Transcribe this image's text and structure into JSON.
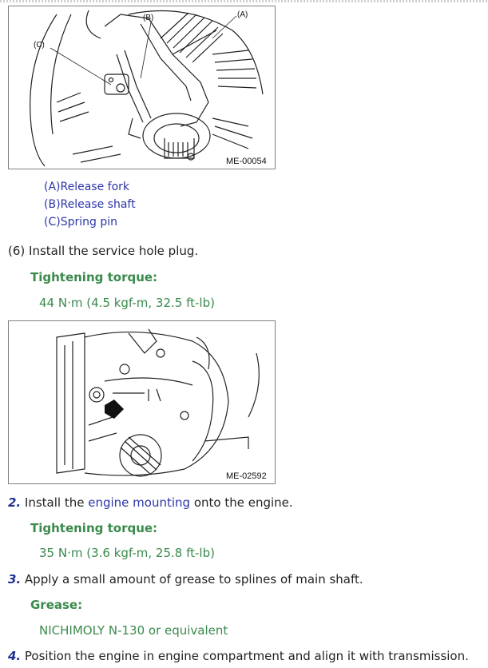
{
  "figure1": {
    "callout_a": "(A)",
    "callout_b": "(B)",
    "callout_c": "(C)",
    "code": "ME-00054"
  },
  "legend": [
    "(A)Release fork",
    "(B)Release shaft",
    "(C)Spring pin"
  ],
  "step6": {
    "text": "(6) Install the service hole plug.",
    "torque_label": "Tightening torque:",
    "torque_value": "44 N·m (4.5 kgf-m, 32.5 ft-lb)"
  },
  "figure2": {
    "code": "ME-02592"
  },
  "step2": {
    "number": "2.",
    "before": "Install the",
    "link": "engine mounting",
    "after": "onto the engine.",
    "torque_label": "Tightening torque:",
    "torque_value": "35 N·m (3.6 kgf-m, 25.8 ft-lb)"
  },
  "step3": {
    "number": "3.",
    "text": "Apply a small amount of grease to splines of main shaft.",
    "grease_label": "Grease:",
    "grease_value": "NICHIMOLY N-130 or equivalent"
  },
  "step4": {
    "number": "4.",
    "text": "Position the engine in engine compartment and align it with transmission."
  }
}
